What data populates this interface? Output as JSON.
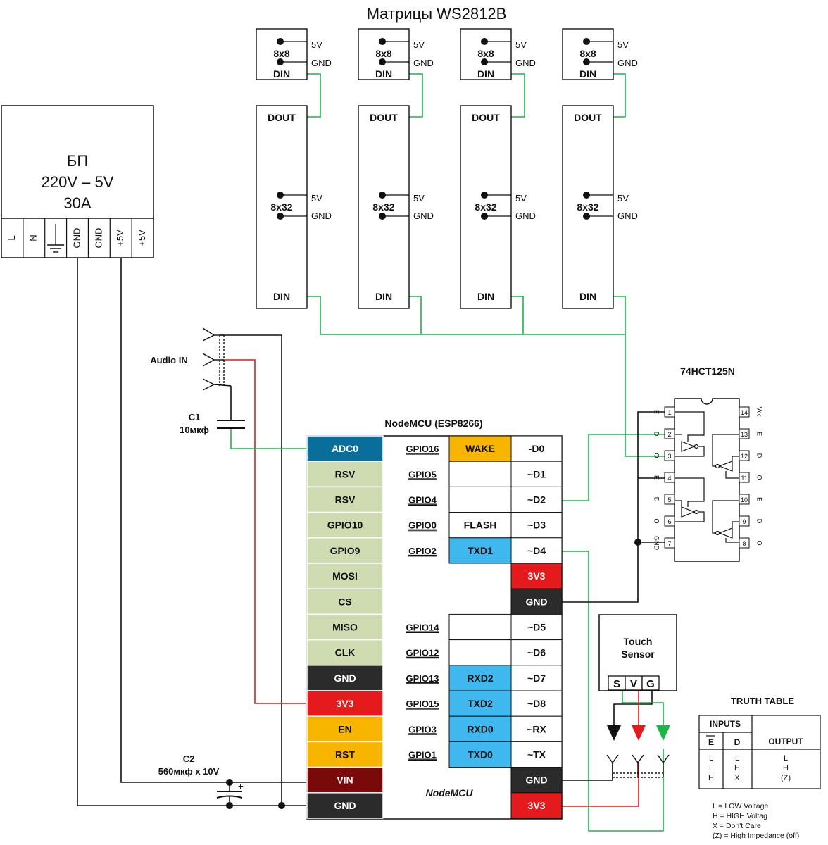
{
  "title": "Матрицы  WS2812B",
  "power_supply": {
    "line1": "БП",
    "line2": "220V – 5V",
    "line3": "30A",
    "terminals": [
      "L",
      "N",
      "",
      "GND",
      "GND",
      "+5V",
      "+5V"
    ]
  },
  "matrix_small": {
    "size": "8x8",
    "din": "DIN",
    "pin_5v": "5V",
    "pin_gnd": "GND"
  },
  "matrix_large": {
    "size": "8x32",
    "dout": "DOUT",
    "din": "DIN",
    "pin_5v": "5V",
    "pin_gnd": "GND"
  },
  "audio": {
    "label": "Audio IN"
  },
  "c1": {
    "name": "C1",
    "value": "10мкф"
  },
  "c2": {
    "name": "C2",
    "value": "560мкф х 10V",
    "plus": "+"
  },
  "nodemcu": {
    "title": "NodeMCU (ESP8266)",
    "center_label": "NodeMCU",
    "left_pins": [
      {
        "label": "ADC0",
        "color": "#0a6e9a",
        "text": "#ffffff"
      },
      {
        "label": "RSV",
        "color": "#cfdcb2",
        "text": "#111111"
      },
      {
        "label": "RSV",
        "color": "#cfdcb2",
        "text": "#111111"
      },
      {
        "label": "GPIO10",
        "color": "#cfdcb2",
        "text": "#111111"
      },
      {
        "label": "GPIO9",
        "color": "#cfdcb2",
        "text": "#111111"
      },
      {
        "label": "MOSI",
        "color": "#cfdcb2",
        "text": "#111111"
      },
      {
        "label": "CS",
        "color": "#cfdcb2",
        "text": "#111111"
      },
      {
        "label": "MISO",
        "color": "#cfdcb2",
        "text": "#111111"
      },
      {
        "label": "CLK",
        "color": "#cfdcb2",
        "text": "#111111"
      },
      {
        "label": "GND",
        "color": "#2b2b2b",
        "text": "#ffffff"
      },
      {
        "label": "3V3",
        "color": "#e41a1c",
        "text": "#ffffff"
      },
      {
        "label": "EN",
        "color": "#f7b500",
        "text": "#111111"
      },
      {
        "label": "RST",
        "color": "#f7b500",
        "text": "#111111"
      },
      {
        "label": "VIN",
        "color": "#7a0a0a",
        "text": "#ffffff"
      },
      {
        "label": "GND",
        "color": "#2b2b2b",
        "text": "#ffffff"
      }
    ],
    "gpio_labels": [
      "GPIO16",
      "GPIO5",
      "GPIO4",
      "GPIO0",
      "GPIO2",
      "",
      "",
      "GPIO14",
      "GPIO12",
      "GPIO13",
      "GPIO15",
      "GPIO3",
      "GPIO1",
      "",
      ""
    ],
    "func_pins": [
      {
        "label": "WAKE",
        "color": "#f7b500",
        "text": "#111111"
      },
      {
        "label": "",
        "color": "#ffffff",
        "text": "#111111"
      },
      {
        "label": "",
        "color": "#ffffff",
        "text": "#111111"
      },
      {
        "label": "FLASH",
        "color": "#ffffff",
        "text": "#111111"
      },
      {
        "label": "TXD1",
        "color": "#3fb8f0",
        "text": "#111111"
      },
      null,
      null,
      {
        "label": "",
        "color": "#ffffff",
        "text": "#111111"
      },
      {
        "label": "",
        "color": "#ffffff",
        "text": "#111111"
      },
      {
        "label": "RXD2",
        "color": "#3fb8f0",
        "text": "#111111"
      },
      {
        "label": "TXD2",
        "color": "#3fb8f0",
        "text": "#111111"
      },
      {
        "label": "RXD0",
        "color": "#3fb8f0",
        "text": "#111111"
      },
      {
        "label": "TXD0",
        "color": "#3fb8f0",
        "text": "#111111"
      },
      null,
      null
    ],
    "right_pins": [
      {
        "label": "-D0",
        "color": "#ffffff",
        "text": "#111111"
      },
      {
        "label": "~D1",
        "color": "#ffffff",
        "text": "#111111"
      },
      {
        "label": "~D2",
        "color": "#ffffff",
        "text": "#111111"
      },
      {
        "label": "~D3",
        "color": "#ffffff",
        "text": "#111111"
      },
      {
        "label": "~D4",
        "color": "#ffffff",
        "text": "#111111"
      },
      {
        "label": "3V3",
        "color": "#e41a1c",
        "text": "#ffffff"
      },
      {
        "label": "GND",
        "color": "#2b2b2b",
        "text": "#ffffff"
      },
      {
        "label": "~D5",
        "color": "#ffffff",
        "text": "#111111"
      },
      {
        "label": "~D6",
        "color": "#ffffff",
        "text": "#111111"
      },
      {
        "label": "~D7",
        "color": "#ffffff",
        "text": "#111111"
      },
      {
        "label": "~D8",
        "color": "#ffffff",
        "text": "#111111"
      },
      {
        "label": "~RX",
        "color": "#ffffff",
        "text": "#111111"
      },
      {
        "label": "~TX",
        "color": "#ffffff",
        "text": "#111111"
      },
      {
        "label": "GND",
        "color": "#2b2b2b",
        "text": "#ffffff"
      },
      {
        "label": "3V3",
        "color": "#e41a1c",
        "text": "#ffffff"
      }
    ]
  },
  "ic": {
    "title": "74HCT125N",
    "left_pins": [
      {
        "num": "1",
        "name": "E"
      },
      {
        "num": "2",
        "name": "D"
      },
      {
        "num": "3",
        "name": "O"
      },
      {
        "num": "4",
        "name": "E"
      },
      {
        "num": "5",
        "name": "D"
      },
      {
        "num": "6",
        "name": "O"
      },
      {
        "num": "7",
        "name": "GND"
      }
    ],
    "right_pins": [
      {
        "num": "14",
        "name": "Vcc"
      },
      {
        "num": "13",
        "name": "E"
      },
      {
        "num": "12",
        "name": "D"
      },
      {
        "num": "11",
        "name": "O"
      },
      {
        "num": "10",
        "name": "E"
      },
      {
        "num": "9",
        "name": "D"
      },
      {
        "num": "8",
        "name": "O"
      }
    ]
  },
  "touch": {
    "line1": "Touch",
    "line2": "Sensor",
    "pins": [
      "S",
      "V",
      "G"
    ]
  },
  "truth_table": {
    "title": "TRUTH TABLE",
    "inputs_header": "INPUTS",
    "col_e": "E",
    "col_d": "D",
    "col_out": "OUTPUT",
    "rows": [
      [
        "L",
        "L",
        "L"
      ],
      [
        "L",
        "H",
        "H"
      ],
      [
        "H",
        "X",
        "(Z)"
      ]
    ],
    "legend": [
      "L = LOW Voltage",
      "H = HIGH Voltag",
      "X = Don't Care",
      "(Z) = High Impedance (off)"
    ]
  },
  "colors": {
    "wire_green": "#1db44a",
    "wire_red": "#e41a1c",
    "wire_black": "#111111"
  }
}
